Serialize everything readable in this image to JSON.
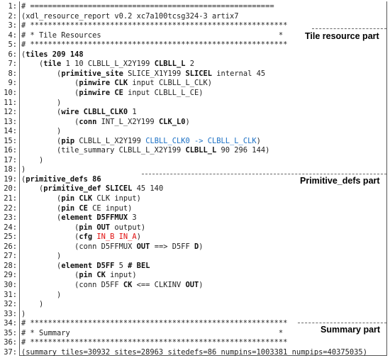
{
  "section_labels": {
    "tile": "Tile resource part",
    "primitive": "Primitive_defs part",
    "summary": "Summary part"
  },
  "colors": {
    "keyword": "#111111",
    "blue": "#1a6fc4",
    "red": "#e01010"
  },
  "lines": [
    {
      "n": "1:",
      "parts": [
        {
          "t": "# ======================================================="
        }
      ]
    },
    {
      "n": "2:",
      "parts": [
        {
          "t": "(xdl_resource_report v0.2 xc7a100tcsg324-3 artix7"
        }
      ]
    },
    {
      "n": "3:",
      "parts": [
        {
          "t": "# **********************************************************"
        }
      ]
    },
    {
      "n": "4:",
      "parts": [
        {
          "t": "# * Tile Resources                                        *"
        }
      ]
    },
    {
      "n": "5:",
      "parts": [
        {
          "t": "# **********************************************************"
        }
      ]
    },
    {
      "n": "6:",
      "parts": [
        {
          "t": "(",
          "s": ""
        },
        {
          "t": "tiles 209 148",
          "s": "kw"
        }
      ]
    },
    {
      "n": "7:",
      "parts": [
        {
          "t": "    ("
        },
        {
          "t": "tile",
          "s": "kw"
        },
        {
          "t": " 1 10 CLBLL_L_X2Y199 "
        },
        {
          "t": "CLBLL_L",
          "s": "kw"
        },
        {
          "t": " 2"
        }
      ]
    },
    {
      "n": "8:",
      "parts": [
        {
          "t": "        ("
        },
        {
          "t": "primitive_site",
          "s": "kw"
        },
        {
          "t": " SLICE_X1Y199 "
        },
        {
          "t": "SLICEL",
          "s": "kw"
        },
        {
          "t": " internal 45"
        }
      ]
    },
    {
      "n": "9:",
      "parts": [
        {
          "t": "            ("
        },
        {
          "t": "pinwire CLK",
          "s": "kw"
        },
        {
          "t": " input CLBLL_L_CLK)"
        }
      ]
    },
    {
      "n": "10:",
      "parts": [
        {
          "t": "            ("
        },
        {
          "t": "pinwire CE",
          "s": "kw"
        },
        {
          "t": " input CLBLL_L_CE)"
        }
      ]
    },
    {
      "n": "11:",
      "parts": [
        {
          "t": "        )"
        }
      ]
    },
    {
      "n": "12:",
      "parts": [
        {
          "t": "        ("
        },
        {
          "t": "wire CLBLL_CLK0",
          "s": "kw"
        },
        {
          "t": " 1"
        }
      ]
    },
    {
      "n": "13:",
      "parts": [
        {
          "t": "            ("
        },
        {
          "t": "conn",
          "s": "kw"
        },
        {
          "t": " INT_L_X2Y199 "
        },
        {
          "t": "CLK_L0",
          "s": "kw"
        },
        {
          "t": ")"
        }
      ]
    },
    {
      "n": "14:",
      "parts": [
        {
          "t": "        )"
        }
      ]
    },
    {
      "n": "15:",
      "parts": [
        {
          "t": "        ("
        },
        {
          "t": "pip",
          "s": "kw"
        },
        {
          "t": " CLBLL_L_X2Y199 "
        },
        {
          "t": "CLBLL_CLK0 -> CLBLL_L_CLK",
          "s": "blue"
        },
        {
          "t": ")"
        }
      ]
    },
    {
      "n": "16:",
      "parts": [
        {
          "t": "        (tile_summary CLBLL_L_X2Y199 "
        },
        {
          "t": "CLBLL_L",
          "s": "kw"
        },
        {
          "t": " 90 296 144)"
        }
      ]
    },
    {
      "n": "17:",
      "parts": [
        {
          "t": "    )"
        }
      ]
    },
    {
      "n": "18:",
      "parts": [
        {
          "t": ")"
        }
      ]
    },
    {
      "n": "19:",
      "parts": [
        {
          "t": "("
        },
        {
          "t": "primitive_defs 86",
          "s": "kw"
        }
      ]
    },
    {
      "n": "20:",
      "parts": [
        {
          "t": "    ("
        },
        {
          "t": "primitive_def SLICEL",
          "s": "kw"
        },
        {
          "t": " 45 140"
        }
      ]
    },
    {
      "n": "21:",
      "parts": [
        {
          "t": "        ("
        },
        {
          "t": "pin CLK",
          "s": "kw"
        },
        {
          "t": " CLK input)"
        }
      ]
    },
    {
      "n": "22:",
      "parts": [
        {
          "t": "        ("
        },
        {
          "t": "pin CE",
          "s": "kw"
        },
        {
          "t": " CE input)"
        }
      ]
    },
    {
      "n": "23:",
      "parts": [
        {
          "t": "        ("
        },
        {
          "t": "element D5FFMUX",
          "s": "kw"
        },
        {
          "t": " 3"
        }
      ]
    },
    {
      "n": "24:",
      "parts": [
        {
          "t": "            ("
        },
        {
          "t": "pin OUT",
          "s": "kw"
        },
        {
          "t": " output)"
        }
      ]
    },
    {
      "n": "25:",
      "parts": [
        {
          "t": "            ("
        },
        {
          "t": "cfg",
          "s": "kw"
        },
        {
          "t": " "
        },
        {
          "t": "IN_B IN_A",
          "s": "red"
        },
        {
          "t": ")"
        }
      ]
    },
    {
      "n": "26:",
      "parts": [
        {
          "t": "            (conn D5FFMUX "
        },
        {
          "t": "OUT",
          "s": "kw"
        },
        {
          "t": " ==> D5FF "
        },
        {
          "t": "D",
          "s": "kw"
        },
        {
          "t": ")"
        }
      ]
    },
    {
      "n": "27:",
      "parts": [
        {
          "t": "        )"
        }
      ]
    },
    {
      "n": "28:",
      "parts": [
        {
          "t": "        ("
        },
        {
          "t": "element D5FF",
          "s": "kw"
        },
        {
          "t": " 5 "
        },
        {
          "t": "# BEL",
          "s": "kw"
        }
      ]
    },
    {
      "n": "29:",
      "parts": [
        {
          "t": "            ("
        },
        {
          "t": "pin CK",
          "s": "kw"
        },
        {
          "t": " input)"
        }
      ]
    },
    {
      "n": "30:",
      "parts": [
        {
          "t": "            (conn D5FF "
        },
        {
          "t": "CK",
          "s": "kw"
        },
        {
          "t": " <== CLKINV "
        },
        {
          "t": "OUT",
          "s": "kw"
        },
        {
          "t": ")"
        }
      ]
    },
    {
      "n": "31:",
      "parts": [
        {
          "t": "        )"
        }
      ]
    },
    {
      "n": "32:",
      "parts": [
        {
          "t": "    )"
        }
      ]
    },
    {
      "n": "33:",
      "parts": [
        {
          "t": ")"
        }
      ]
    },
    {
      "n": "34:",
      "parts": [
        {
          "t": "# **********************************************************"
        }
      ]
    },
    {
      "n": "35:",
      "parts": [
        {
          "t": "# * Summary                                               *"
        }
      ]
    },
    {
      "n": "36:",
      "parts": [
        {
          "t": "# **********************************************************"
        }
      ]
    },
    {
      "n": "37:",
      "parts": [
        {
          "t": "(summary tiles=30932 sites=28963 sitedefs=86 numpins=1003381 numpips=40375035)"
        }
      ]
    }
  ]
}
